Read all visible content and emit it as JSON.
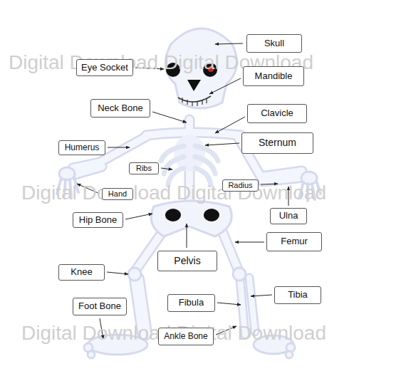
{
  "diagram": {
    "nodes": [
      {
        "text": [
          "Skull"
        ]
      },
      {
        "text": [
          "Eye Socket"
        ]
      },
      {
        "text": [
          "Mandible"
        ]
      },
      {
        "text": [
          "Neck Bone"
        ]
      },
      {
        "text": [
          "Clavicle"
        ]
      },
      {
        "text": [
          "Sternum"
        ]
      },
      {
        "text": [
          "Humerus"
        ]
      },
      {
        "text": [
          "Ribs"
        ]
      },
      {
        "text": [
          "Radius"
        ]
      },
      {
        "text": [
          "Hand"
        ]
      },
      {
        "text": [
          "Ulna"
        ]
      },
      {
        "text": [
          "Hip Bone"
        ]
      },
      {
        "text": [
          "Femur"
        ]
      },
      {
        "text": [
          "Pelvis"
        ]
      },
      {
        "text": [
          "Knee"
        ]
      },
      {
        "text": [
          "Tibia"
        ]
      },
      {
        "text": [
          "Foot Bone"
        ]
      },
      {
        "text": [
          "Fibula"
        ]
      },
      {
        "text": [
          "Ankle Bone"
        ]
      }
    ],
    "labels": [
      "Digital Download Digital Download",
      "Digital Download Digital Download",
      "Digital Download Digital Download"
    ]
  }
}
